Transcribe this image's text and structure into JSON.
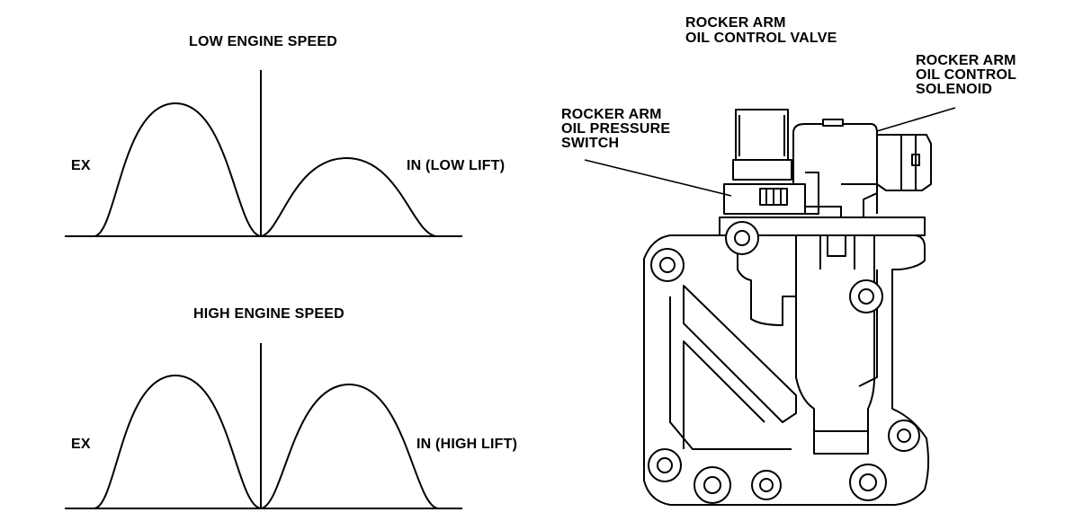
{
  "low": {
    "title": "LOW ENGINE SPEED",
    "ex_label": "EX",
    "in_label": "IN (LOW LIFT)"
  },
  "high": {
    "title": "HIGH ENGINE SPEED",
    "ex_label": "EX",
    "in_label": "IN (HIGH LIFT)"
  },
  "callouts": {
    "valve_line1": "ROCKER ARM",
    "valve_line2": "OIL CONTROL VALVE",
    "solenoid_line1": "ROCKER ARM",
    "solenoid_line2": "OIL CONTROL",
    "solenoid_line3": "SOLENOID",
    "switch_line1": "ROCKER ARM",
    "switch_line2": "OIL PRESSURE",
    "switch_line3": "SWITCH"
  },
  "colors": {
    "ink": "#000000",
    "paper": "#ffffff"
  }
}
